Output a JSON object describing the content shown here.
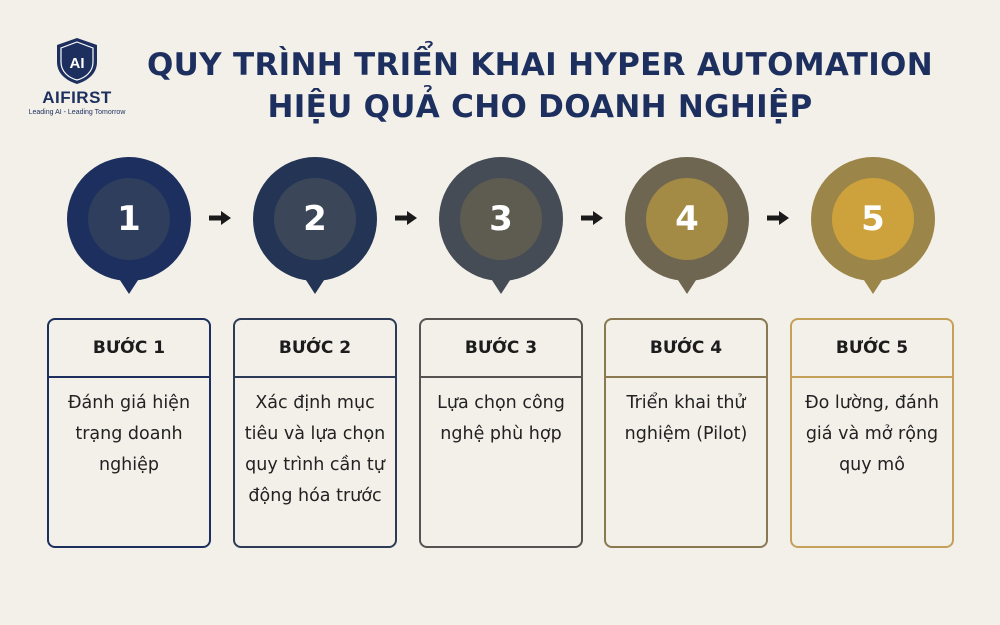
{
  "logo": {
    "mark": "AI",
    "brand": "AIFIRST",
    "tagline": "Leading AI - Leading Tomorrow"
  },
  "title": {
    "line1": "QUY TRÌNH TRIỂN KHAI HYPER AUTOMATION",
    "line2": "HIỆU QUẢ CHO DOANH NGHIỆP"
  },
  "steps": [
    {
      "number": "1",
      "label": "BƯỚC 1",
      "description": "Đánh giá hiện trạng doanh nghiệp",
      "outer_color": "#1d2f5e",
      "inner_color": "#2e3e5c",
      "border_color": "#1d2f5e"
    },
    {
      "number": "2",
      "label": "BƯỚC 2",
      "description": "Xác định mục tiêu và lựa chọn quy trình cần tự động hóa trước",
      "outer_color": "#243454",
      "inner_color": "#3b4758",
      "border_color": "#2d3b56"
    },
    {
      "number": "3",
      "label": "BƯỚC 3",
      "description": "Lựa chọn công nghệ phù hợp",
      "outer_color": "#454c55",
      "inner_color": "#5e5c50",
      "border_color": "#555453"
    },
    {
      "number": "4",
      "label": "BƯỚC 4",
      "description": "Triển khai thử nghiệm (Pilot)",
      "outer_color": "#6e6650",
      "inner_color": "#a38a45",
      "border_color": "#8a7850"
    },
    {
      "number": "5",
      "label": "BƯỚC 5",
      "description": "Đo lường, đánh giá và mở rộng quy mô",
      "outer_color": "#9c8548",
      "inner_color": "#cda23c",
      "border_color": "#c4a05a"
    }
  ],
  "arrow_icon": "arrow-right-icon",
  "pin_icon": "map-pin-icon"
}
